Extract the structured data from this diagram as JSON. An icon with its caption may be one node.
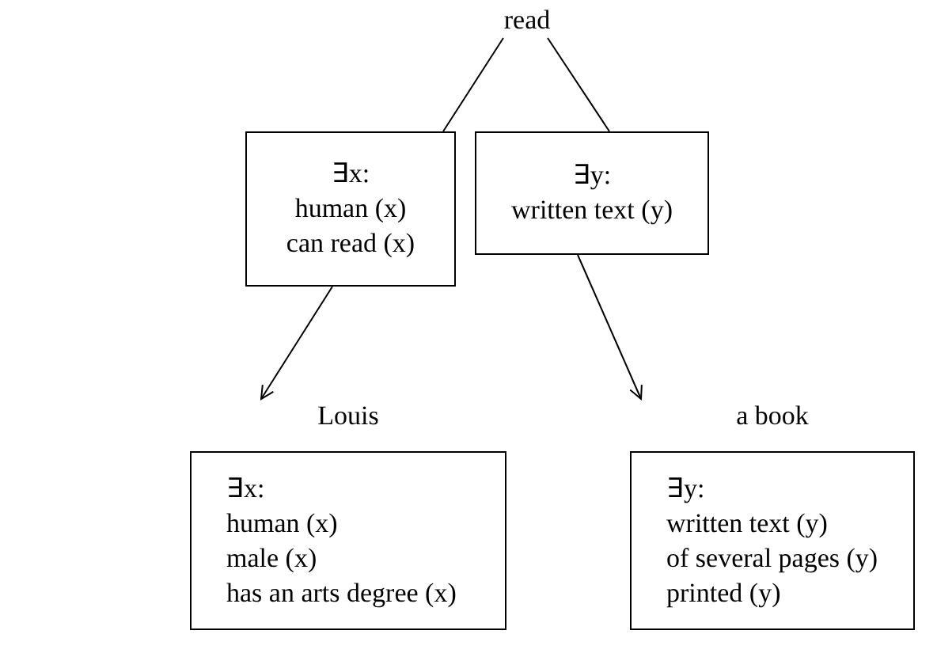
{
  "diagram": {
    "nodes": [
      {
        "text": [
          "read"
        ]
      },
      {
        "text": [
          "∃x:",
          "human (x)",
          "can read (x)"
        ]
      },
      {
        "text": [
          "∃y:",
          "written text (y)"
        ]
      },
      {
        "text": [
          "Louis",
          "∃x:",
          "human (x)",
          "male (x)",
          "has an arts degree (x)"
        ]
      },
      {
        "text": [
          "a book",
          "∃y:",
          "written text (y)",
          "of several pages (y)",
          "printed (y)"
        ]
      }
    ],
    "edges": [
      {
        "from": 0,
        "to": 1,
        "arrow": "none"
      },
      {
        "from": 0,
        "to": 2,
        "arrow": "none"
      },
      {
        "from": 1,
        "to": 3,
        "arrow": "to"
      },
      {
        "from": 2,
        "to": 4,
        "arrow": "to"
      }
    ]
  }
}
